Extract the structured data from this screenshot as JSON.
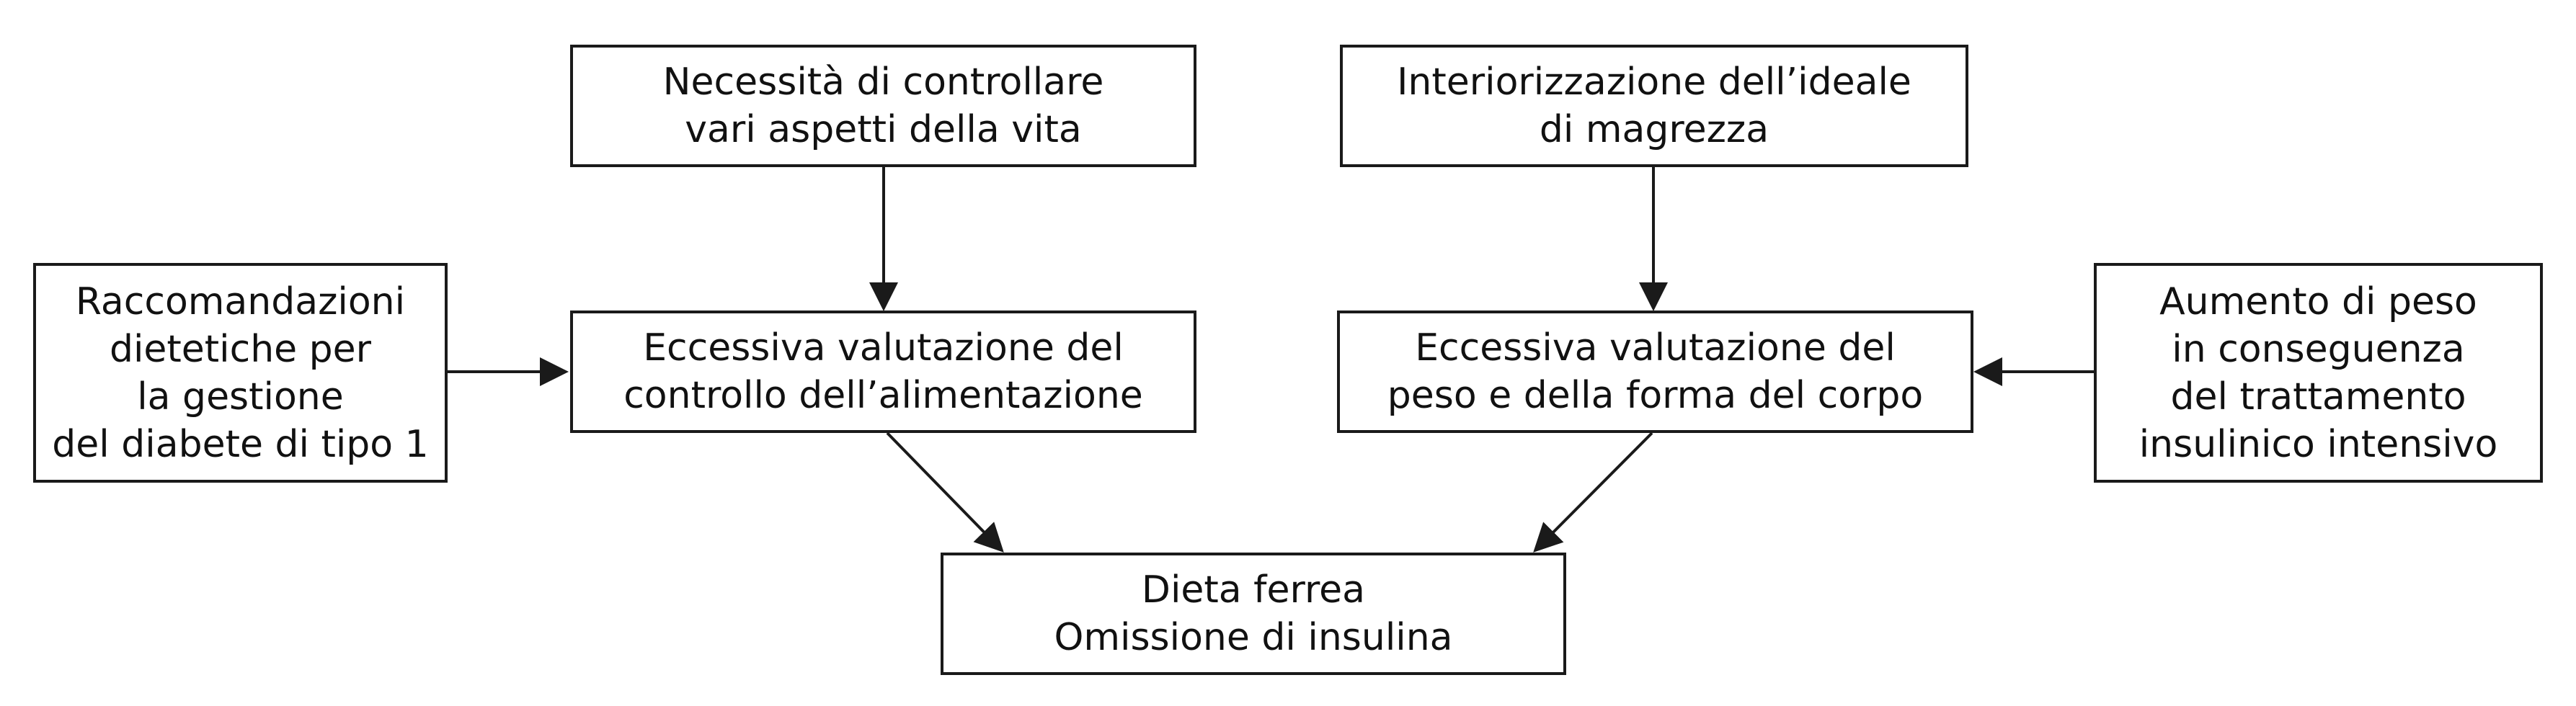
{
  "diagram": {
    "nodes": {
      "control_need": {
        "text": "Necessità di controllare\nvari aspetti della vita"
      },
      "thinness_ideal": {
        "text": "Interiorizzazione dell’ideale\ndi magrezza"
      },
      "diet_recommendations": {
        "text": "Raccomandazioni\ndietetiche per\nla gestione\ndel diabete di tipo 1"
      },
      "eating_control_overvaluation": {
        "text": "Eccessiva valutazione del\ncontrollo dell’alimentazione"
      },
      "weight_shape_overvaluation": {
        "text": "Eccessiva valutazione del\npeso e della forma del corpo"
      },
      "weight_gain": {
        "text": "Aumento di peso\nin conseguenza\ndel  trattamento\ninsulinico intensivo"
      },
      "outcome": {
        "text": "Dieta ferrea\nOmissione di insulina"
      }
    },
    "edges": [
      {
        "from": "control_need",
        "to": "eating_control_overvaluation"
      },
      {
        "from": "diet_recommendations",
        "to": "eating_control_overvaluation"
      },
      {
        "from": "thinness_ideal",
        "to": "weight_shape_overvaluation"
      },
      {
        "from": "weight_gain",
        "to": "weight_shape_overvaluation"
      },
      {
        "from": "eating_control_overvaluation",
        "to": "outcome"
      },
      {
        "from": "weight_shape_overvaluation",
        "to": "outcome"
      }
    ]
  }
}
